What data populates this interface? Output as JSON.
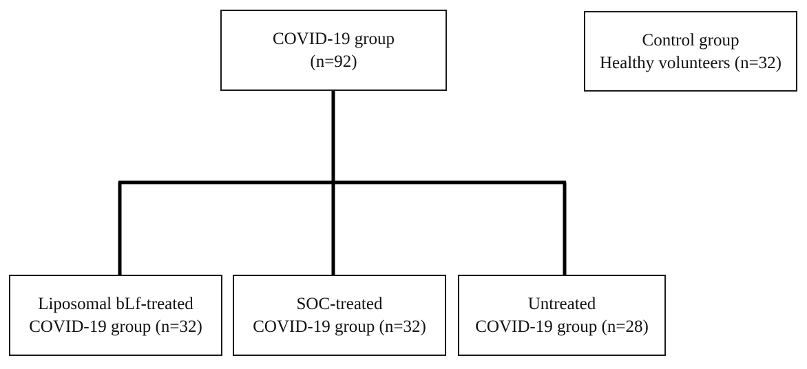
{
  "diagram": {
    "nodes": {
      "covid_group": {
        "line1": "COVID-19 group",
        "line2": "(n=92)"
      },
      "control_group": {
        "line1": "Control group",
        "line2": "Healthy volunteers (n=32)"
      },
      "liposomal_group": {
        "line1": "Liposomal bLf-treated",
        "line2": "COVID-19 group (n=32)"
      },
      "soc_group": {
        "line1": "SOC-treated",
        "line2": "COVID-19 group (n=32)"
      },
      "untreated_group": {
        "line1": "Untreated",
        "line2": "COVID-19 group (n=28)"
      }
    },
    "edges": [
      {
        "from": "covid_group",
        "to": "liposomal_group"
      },
      {
        "from": "covid_group",
        "to": "soc_group"
      },
      {
        "from": "covid_group",
        "to": "untreated_group"
      }
    ],
    "colors": {
      "line": "#000000",
      "border": "#1a1a1a",
      "text": "#111111",
      "background": "#ffffff"
    }
  }
}
